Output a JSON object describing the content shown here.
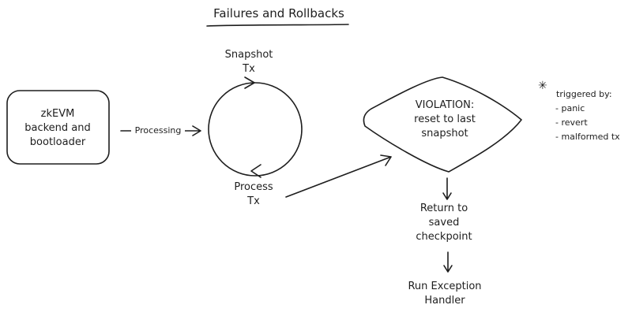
{
  "title": "Failures and Rollbacks",
  "backend_box": {
    "lines": [
      "zkEVM",
      "backend and",
      "bootloader"
    ]
  },
  "processing_label": "Processing",
  "cycle": {
    "snapshot_lines": [
      "Snapshot",
      "Tx"
    ],
    "process_lines": [
      "Process",
      "Tx"
    ]
  },
  "violation": {
    "lines": [
      "VIOLATION:",
      "reset to last",
      "snapshot"
    ]
  },
  "return_step": {
    "lines": [
      "Return to",
      "saved",
      "checkpoint"
    ]
  },
  "exception_step": {
    "lines": [
      "Run Exception",
      "Handler"
    ]
  },
  "note": {
    "star": "✳",
    "header": "triggered by:",
    "items": [
      "- panic",
      "- revert",
      "- malformed tx"
    ]
  }
}
